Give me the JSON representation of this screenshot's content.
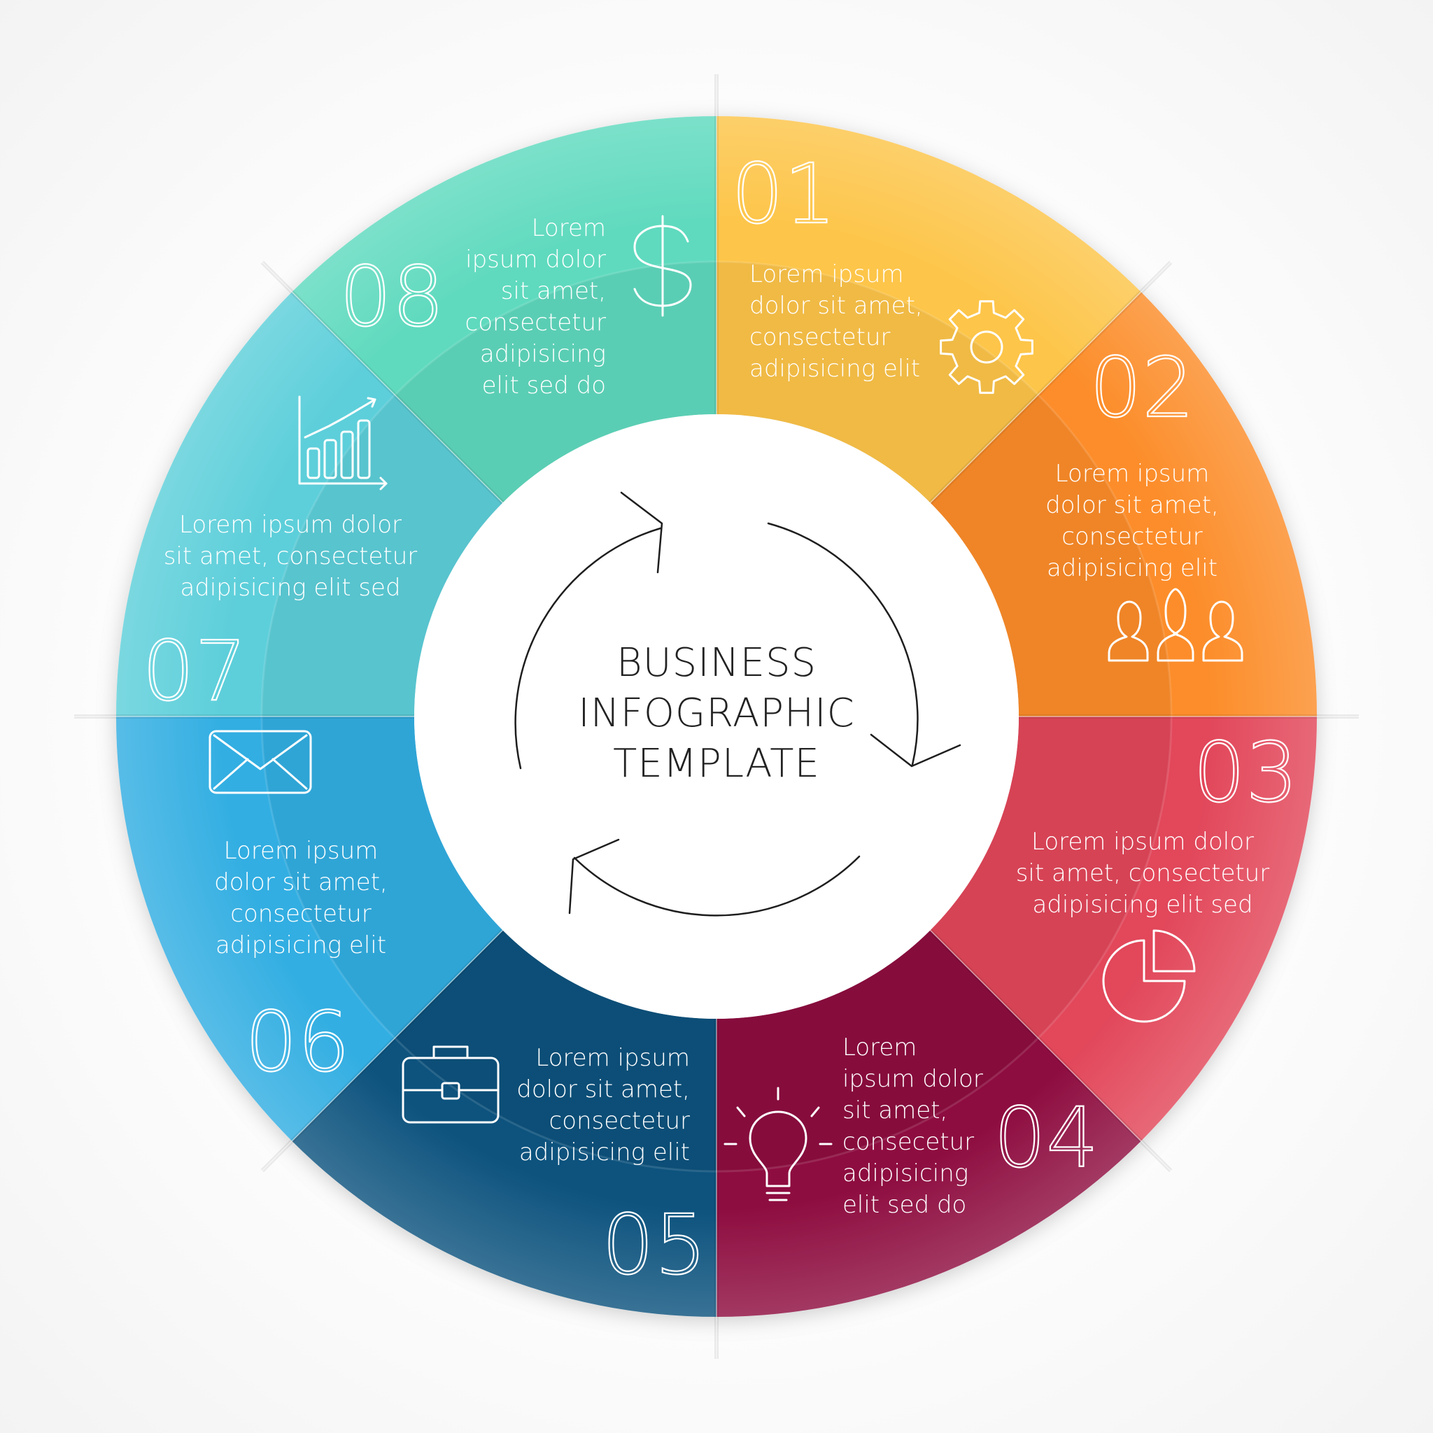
{
  "title": {
    "lines": [
      "BUSINESS",
      "INFOGRAPHIC",
      "TEMPLATE"
    ]
  },
  "segments": [
    {
      "number": "01",
      "color": "#FDC54A",
      "icon": "gear-icon",
      "lines": [
        "Lorem ipsum",
        "dolor sit amet,",
        "consectetur",
        "adipisicing elit"
      ]
    },
    {
      "number": "02",
      "color": "#FC8D2A",
      "icon": "people-icon",
      "lines": [
        "Lorem ipsum",
        "dolor sit amet,",
        "consectetur",
        "adipisicing elit"
      ]
    },
    {
      "number": "03",
      "color": "#E2475A",
      "icon": "pie-chart-icon",
      "lines": [
        "Lorem ipsum dolor",
        "sit amet, consectetur",
        "adipisicing elit sed"
      ]
    },
    {
      "number": "04",
      "color": "#8E1140",
      "icon": "lightbulb-icon",
      "lines": [
        "Lorem",
        "ipsum dolor",
        "sit amet,",
        "consecetur",
        "adipisicing",
        "elit sed do"
      ]
    },
    {
      "number": "05",
      "color": "#0A527E",
      "icon": "briefcase-icon",
      "lines": [
        "Lorem ipsum",
        "dolor sit amet,",
        "consectetur",
        "adipisicing elit"
      ]
    },
    {
      "number": "06",
      "color": "#30AEE2",
      "icon": "envelope-icon",
      "lines": [
        "Lorem ipsum",
        "dolor sit amet,",
        "consectetur",
        "adipisicing elit"
      ]
    },
    {
      "number": "07",
      "color": "#5DCFDA",
      "icon": "bar-chart-icon",
      "lines": [
        "Lorem ipsum dolor",
        "sit amet, consectetur",
        "adipisicing elit sed"
      ]
    },
    {
      "number": "08",
      "color": "#5FDABE",
      "icon": "dollar-icon",
      "lines": [
        "Lorem",
        "ipsum dolor",
        "sit amet,",
        "consectetur",
        "adipisicing",
        "elit sed do"
      ]
    }
  ]
}
